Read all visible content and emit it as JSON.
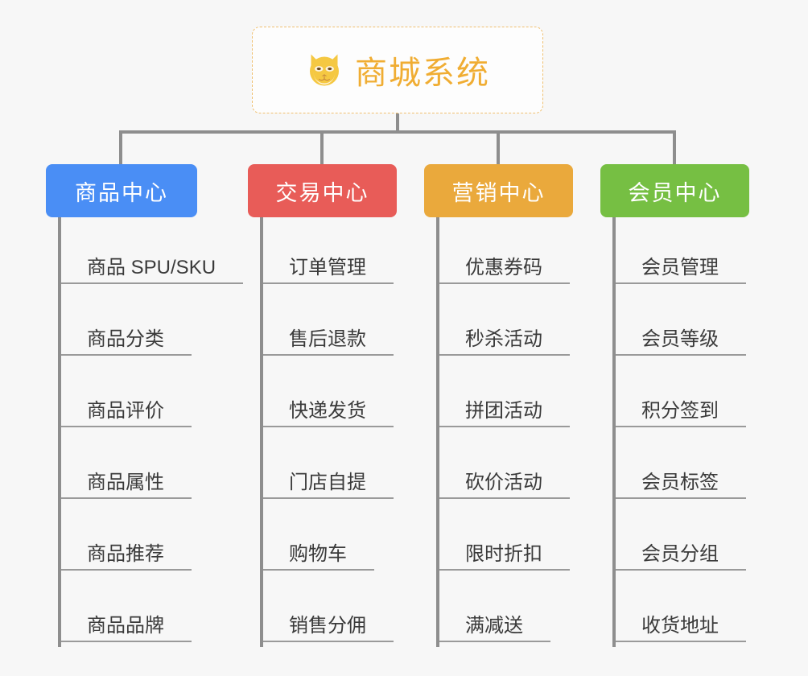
{
  "background_color": "#f7f7f7",
  "root": {
    "icon": "shiba-dog-icon",
    "title": "商城系统",
    "text_color": "#f0ad33",
    "border_color": "#f0c070"
  },
  "connector_color": "#8e8e8e",
  "columns": [
    {
      "id": "product-center",
      "label": "商品中心",
      "color": "#4a8ef5",
      "items": [
        "商品 SPU/SKU",
        "商品分类",
        "商品评价",
        "商品属性",
        "商品推荐",
        "商品品牌"
      ]
    },
    {
      "id": "trade-center",
      "label": "交易中心",
      "color": "#e85c58",
      "items": [
        "订单管理",
        "售后退款",
        "快递发货",
        "门店自提",
        "购物车",
        "销售分佣"
      ]
    },
    {
      "id": "marketing-center",
      "label": "营销中心",
      "color": "#eaa93c",
      "items": [
        "优惠券码",
        "秒杀活动",
        "拼团活动",
        "砍价活动",
        "限时折扣",
        "满减送"
      ]
    },
    {
      "id": "member-center",
      "label": "会员中心",
      "color": "#76bf43",
      "items": [
        "会员管理",
        "会员等级",
        "积分签到",
        "会员标签",
        "会员分组",
        "收货地址"
      ]
    }
  ]
}
